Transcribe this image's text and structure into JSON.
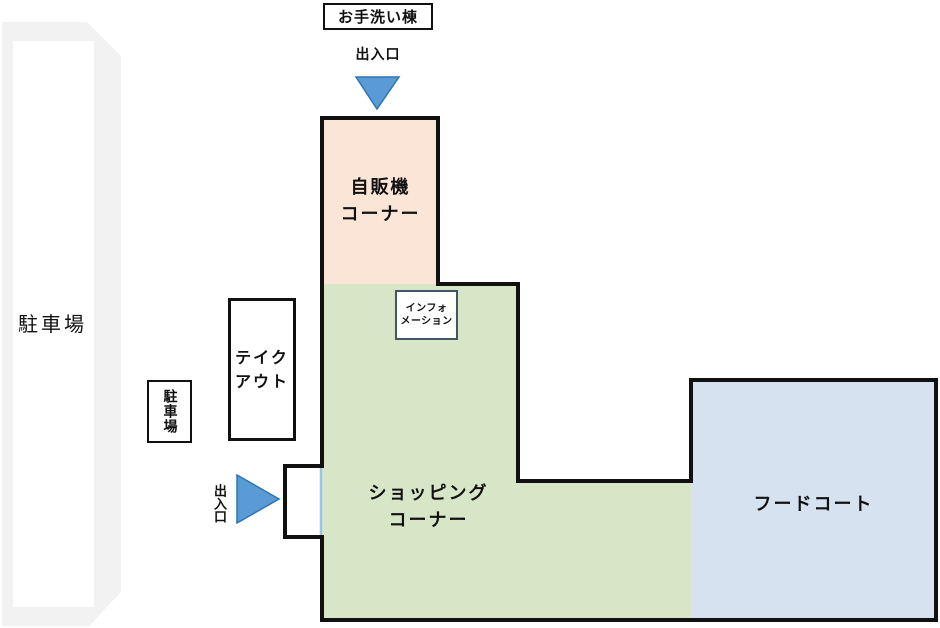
{
  "colors": {
    "vending_fill": "#fbe5d6",
    "shopping_fill": "#d8e6c8",
    "foodcourt_fill": "#d6e2f0",
    "parking_fill": "#f2f2f2",
    "parking_inner": "#ffffff",
    "arrow_fill": "#5b9bd5",
    "arrow_stroke": "#2e75b6",
    "outline": "#111111",
    "info_border": "#44546a",
    "door_line": "#9dc3e6"
  },
  "map": {
    "restroom_building": {
      "label": "お手洗い棟"
    },
    "top_entrance": {
      "label": "出入口"
    },
    "vending_corner": {
      "line1": "自販機",
      "line2": "コーナー"
    },
    "information": {
      "line1": "インフォ",
      "line2": "メーション"
    },
    "takeout": {
      "line1": "テイク",
      "line2": "アウト"
    },
    "parking_main": {
      "label": "駐車場"
    },
    "parking_sign": {
      "label": "駐車場"
    },
    "left_entrance": {
      "label": "出入口"
    },
    "shopping_corner": {
      "line1": "ショッピング",
      "line2": "コーナー"
    },
    "food_court": {
      "label": "フードコート"
    }
  }
}
